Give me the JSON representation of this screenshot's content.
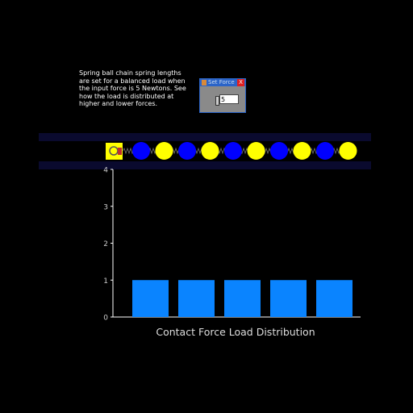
{
  "description": "Spring ball chain spring lengths are set for a balanced load when the input force is 5 Newtons. See how the load is distributed at higher and lower forces.",
  "dialog": {
    "title": "Set Force",
    "close_label": "X",
    "value": "5"
  },
  "colors": {
    "accent": "#ffff00",
    "ball_blue": "#0000ff",
    "ball_yellow": "#ffff00",
    "bar": "#0a84ff",
    "dialog_border": "#2b64c8"
  },
  "icons": {
    "piston": "piston-icon"
  },
  "chain": {
    "balls": [
      "blue",
      "yellow",
      "blue",
      "yellow",
      "blue",
      "yellow",
      "blue",
      "yellow",
      "blue",
      "yellow"
    ]
  },
  "chart_data": {
    "type": "bar",
    "categories": [
      "",
      "",
      "",
      "",
      ""
    ],
    "values": [
      1,
      1,
      1,
      1,
      1
    ],
    "ylim": [
      0,
      4
    ],
    "yticks": [
      "0",
      "1",
      "2",
      "3",
      "4"
    ],
    "xlabel": "Contact Force Load Distribution",
    "grid": false
  }
}
